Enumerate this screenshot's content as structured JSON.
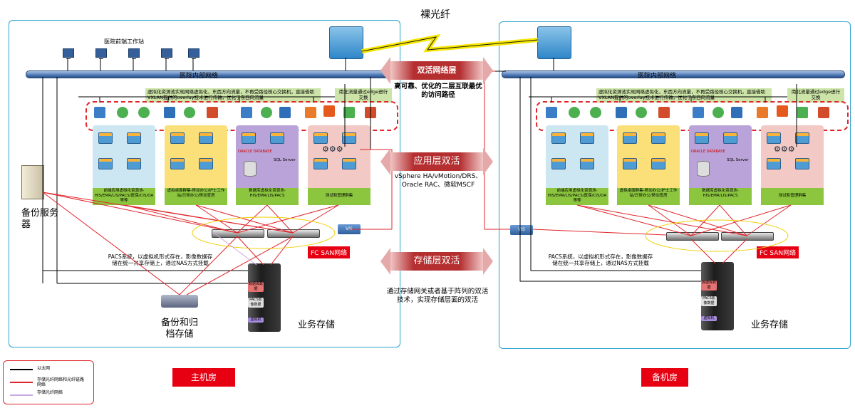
{
  "top": {
    "fiber_label": "裸光纤"
  },
  "left_room": {
    "workstation_label": "医院前端工作站",
    "network_label": "医院内部网络",
    "vm_note": "虚拟化资源池实现网络虚拟化，东西方向流量，不再受路径核心交换机，直接借助VXLAN提供的overlay技术进行传输，优化了东西向流量",
    "edge_note": "南北流量通过edge进行交换",
    "pools": [
      {
        "label": "前端应用虚拟化资源池-HIS/EMR/LIS/PACS/医保/CIS/OA等等"
      },
      {
        "label": "虚拟桌面群集-移动办公/护士工作站/日常办公/移动查房"
      },
      {
        "label": "数据库虚拟化资源池-HIS/EMR/LIS/PACS"
      },
      {
        "label": "测试和管理群集"
      }
    ],
    "db_labels": {
      "oracle": "ORACLE DATABASE",
      "sqlserver": "SQL Server"
    },
    "vis": "VIS",
    "fc_san": "FC SAN网络",
    "pacs_note": "PACS系统，以虚拟机形式存在，影像数据存储在统一共享存储上，通过NAS方式挂载",
    "backup_server": "备份服务器",
    "backup_archive": "备份和归档存储",
    "business_storage": "业务存储",
    "storage_tags": [
      "数据库数据",
      "PACS影像数据",
      "虚拟机"
    ],
    "room_label": "主机房"
  },
  "right_room": {
    "network_label": "医院内部网络",
    "vm_note": "虚拟化资源池实现网络虚拟化，东西方向流量，不再受路径核心交换机，直接借助VXLAN提供的overlay技术进行传输，优化了东西向流量",
    "edge_note": "南北流量通过edge进行交换",
    "pools": [
      {
        "label": "前端应用虚拟化资源池-HIS/EMR/LIS/PACS/医保/CIS/OA等等"
      },
      {
        "label": "虚拟桌面群集-移动办公/护士工作站/日常办公/移动查房"
      },
      {
        "label": "数据库虚拟化资源池-HIS/EMR/LIS/PACS"
      },
      {
        "label": "测试和管理群集"
      }
    ],
    "db_labels": {
      "oracle": "ORACLE DATABASE",
      "sqlserver": "SQL Server"
    },
    "vis": "VIS",
    "fc_san": "FC SAN网络",
    "pacs_note": "PACS系统，以虚拟机形式存在，影像数据存储在统一共享存储上，通过NAS方式挂载",
    "business_storage": "业务存储",
    "storage_tags": [
      "数据库数据",
      "PACS影像数据",
      "虚拟机"
    ],
    "room_label": "备机房"
  },
  "middle": {
    "network_layer": "双活网络层",
    "network_desc": "高可靠、优化的二层互联最优的访问路径",
    "app_layer": "应用层双活",
    "app_desc": "vSphere HA/vMotion/DRS、Oracle RAC、微软MSCF",
    "storage_layer": "存储层双活",
    "storage_desc": "通过存储网关或者基于阵列的双活技术，实现存储层面的双活"
  },
  "legend": {
    "items": [
      {
        "label": "以太网",
        "color": "#000000"
      },
      {
        "label": "存储光纤网络和光纤链路网络",
        "color": "#e0252b"
      },
      {
        "label": "存储光纤网络",
        "color": "#c9a8e0"
      }
    ]
  }
}
